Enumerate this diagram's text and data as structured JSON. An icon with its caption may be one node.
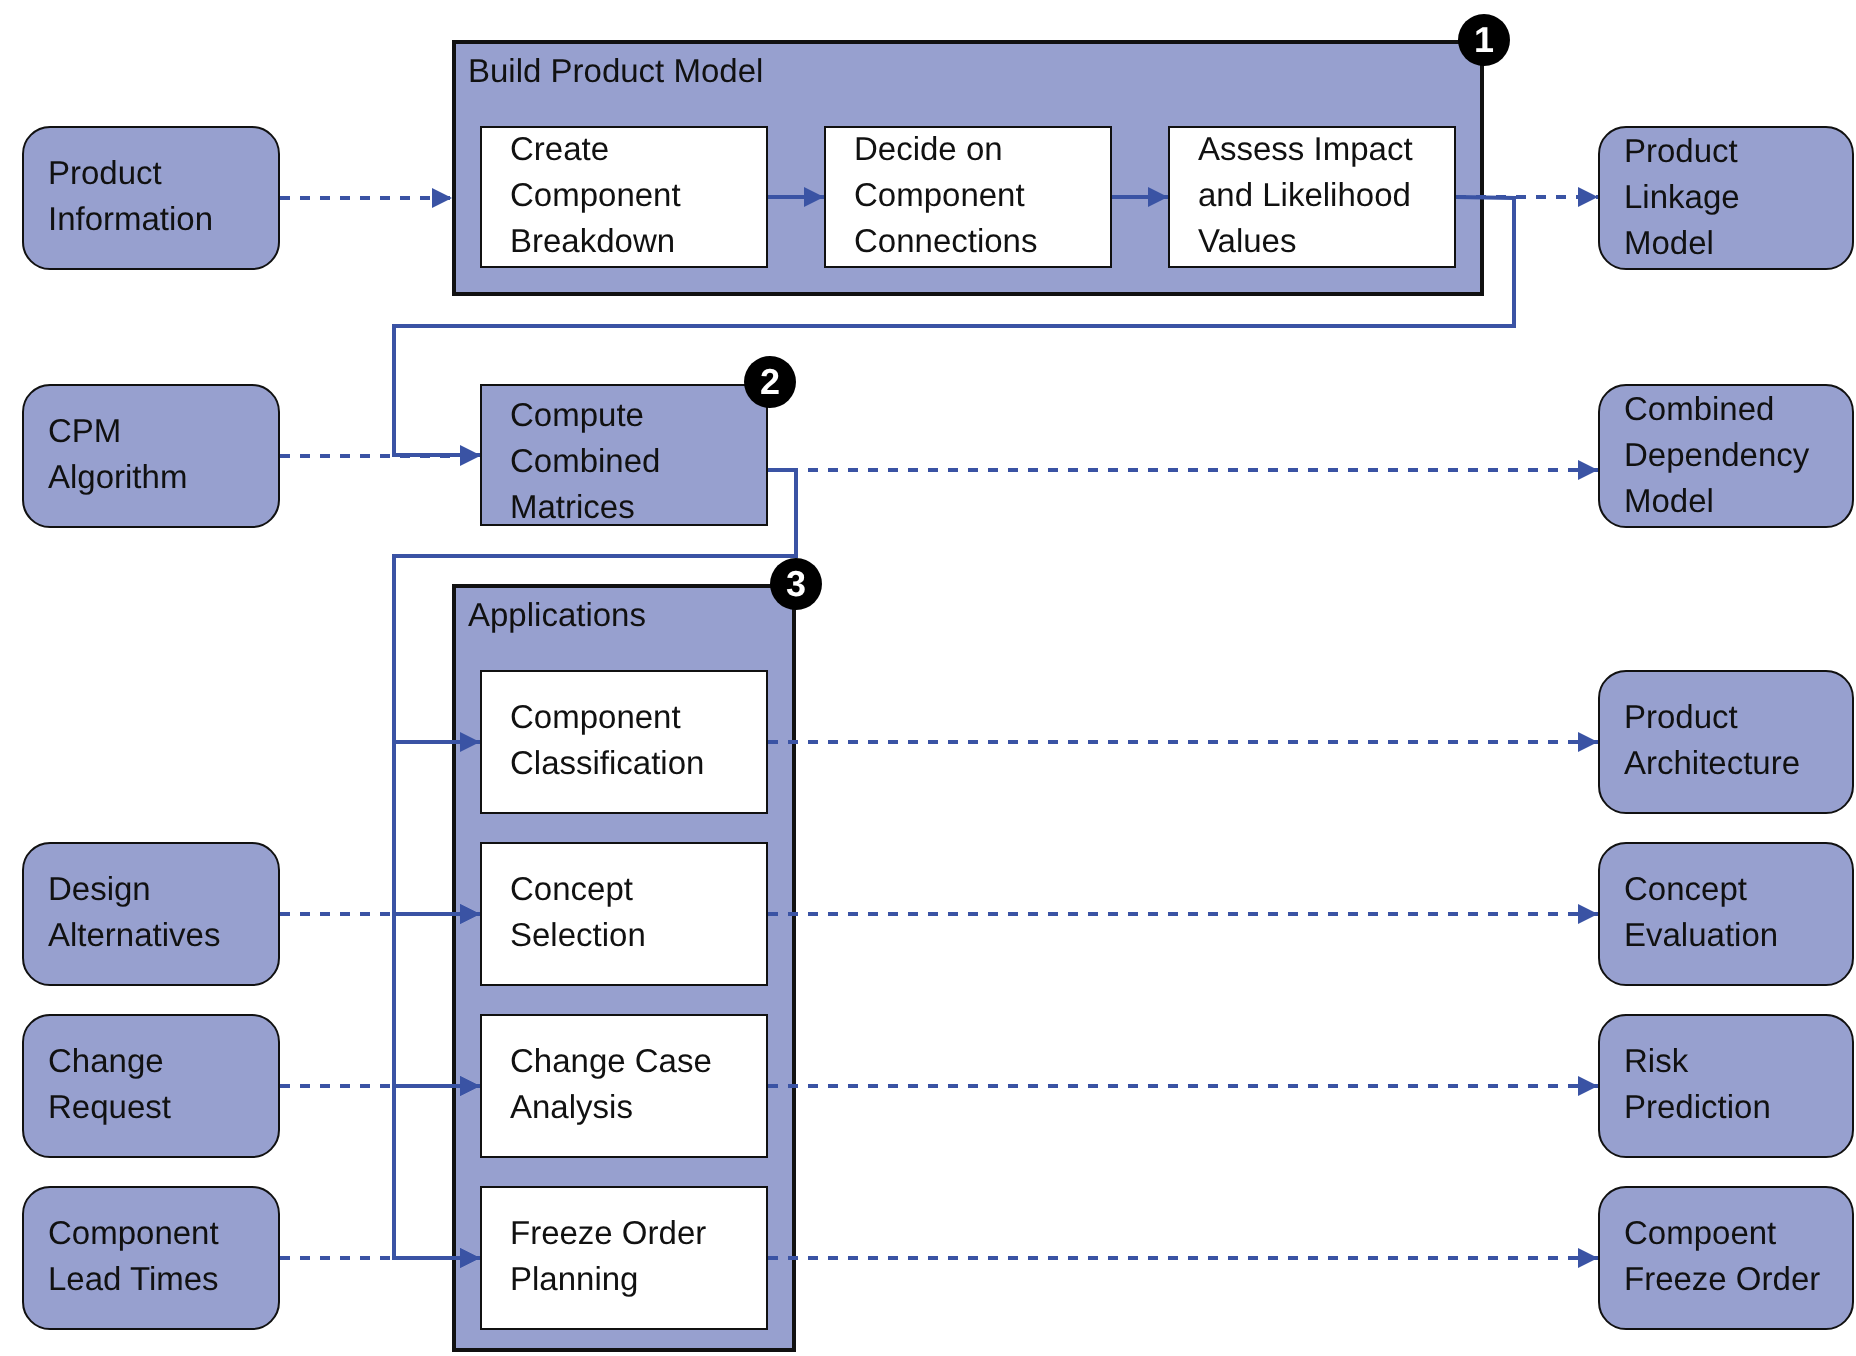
{
  "diagram": {
    "nodes": [
      {
        "text": [
          "Product Information"
        ]
      },
      {
        "text": [
          "Build Product Model"
        ],
        "beside": [
          "1"
        ]
      },
      {
        "text": [
          "Create Component Breakdown"
        ],
        "in": 1
      },
      {
        "text": [
          "Decide on Component Connections"
        ],
        "in": 1
      },
      {
        "text": [
          "Assess Impact and Likelihood Values"
        ],
        "in": 1
      },
      {
        "text": [
          "Product Linkage Model"
        ]
      },
      {
        "text": [
          "CPM Algorithm"
        ]
      },
      {
        "text": [
          "Compute Combined Matrices"
        ],
        "beside": [
          "2"
        ]
      },
      {
        "text": [
          "Combined Dependency Model"
        ]
      },
      {
        "text": [
          "Applications"
        ],
        "beside": [
          "3"
        ]
      },
      {
        "text": [
          "Component Classification"
        ],
        "in": 9
      },
      {
        "text": [
          "Concept Selection"
        ],
        "in": 9
      },
      {
        "text": [
          "Change Case Analysis"
        ],
        "in": 9
      },
      {
        "text": [
          "Freeze Order Planning"
        ],
        "in": 9
      },
      {
        "text": [
          "Design Alternatives"
        ]
      },
      {
        "text": [
          "Change Request"
        ]
      },
      {
        "text": [
          "Component Lead Times"
        ]
      },
      {
        "text": [
          "Product Architecture"
        ]
      },
      {
        "text": [
          "Concept Evaluation"
        ]
      },
      {
        "text": [
          "Risk Prediction"
        ]
      },
      {
        "text": [
          "Compoent Freeze Order"
        ]
      }
    ],
    "edges": [
      {
        "from": 0,
        "to": 1,
        "arrow": "to",
        "style": "dashed"
      },
      {
        "from": 2,
        "to": 3,
        "arrow": "to"
      },
      {
        "from": 3,
        "to": 4,
        "arrow": "to"
      },
      {
        "from": 4,
        "to": 5,
        "arrow": "to",
        "style": "dashed"
      },
      {
        "from": 4,
        "to": 7,
        "arrow": "to"
      },
      {
        "from": 6,
        "to": 7,
        "arrow": "to",
        "style": "dashed"
      },
      {
        "from": 7,
        "to": 8,
        "arrow": "to",
        "style": "dashed"
      },
      {
        "from": 7,
        "to": 10,
        "arrow": "to"
      },
      {
        "from": 7,
        "to": 11,
        "arrow": "to"
      },
      {
        "from": 7,
        "to": 12,
        "arrow": "to"
      },
      {
        "from": 7,
        "to": 13,
        "arrow": "to"
      },
      {
        "from": 14,
        "to": 11,
        "arrow": "to",
        "style": "dashed"
      },
      {
        "from": 15,
        "to": 12,
        "arrow": "to",
        "style": "dashed"
      },
      {
        "from": 16,
        "to": 13,
        "arrow": "to",
        "style": "dashed"
      },
      {
        "from": 10,
        "to": 17,
        "arrow": "to",
        "style": "dashed"
      },
      {
        "from": 11,
        "to": 18,
        "arrow": "to",
        "style": "dashed"
      },
      {
        "from": 12,
        "to": 19,
        "arrow": "to",
        "style": "dashed"
      },
      {
        "from": 13,
        "to": 20,
        "arrow": "to",
        "style": "dashed"
      }
    ]
  }
}
